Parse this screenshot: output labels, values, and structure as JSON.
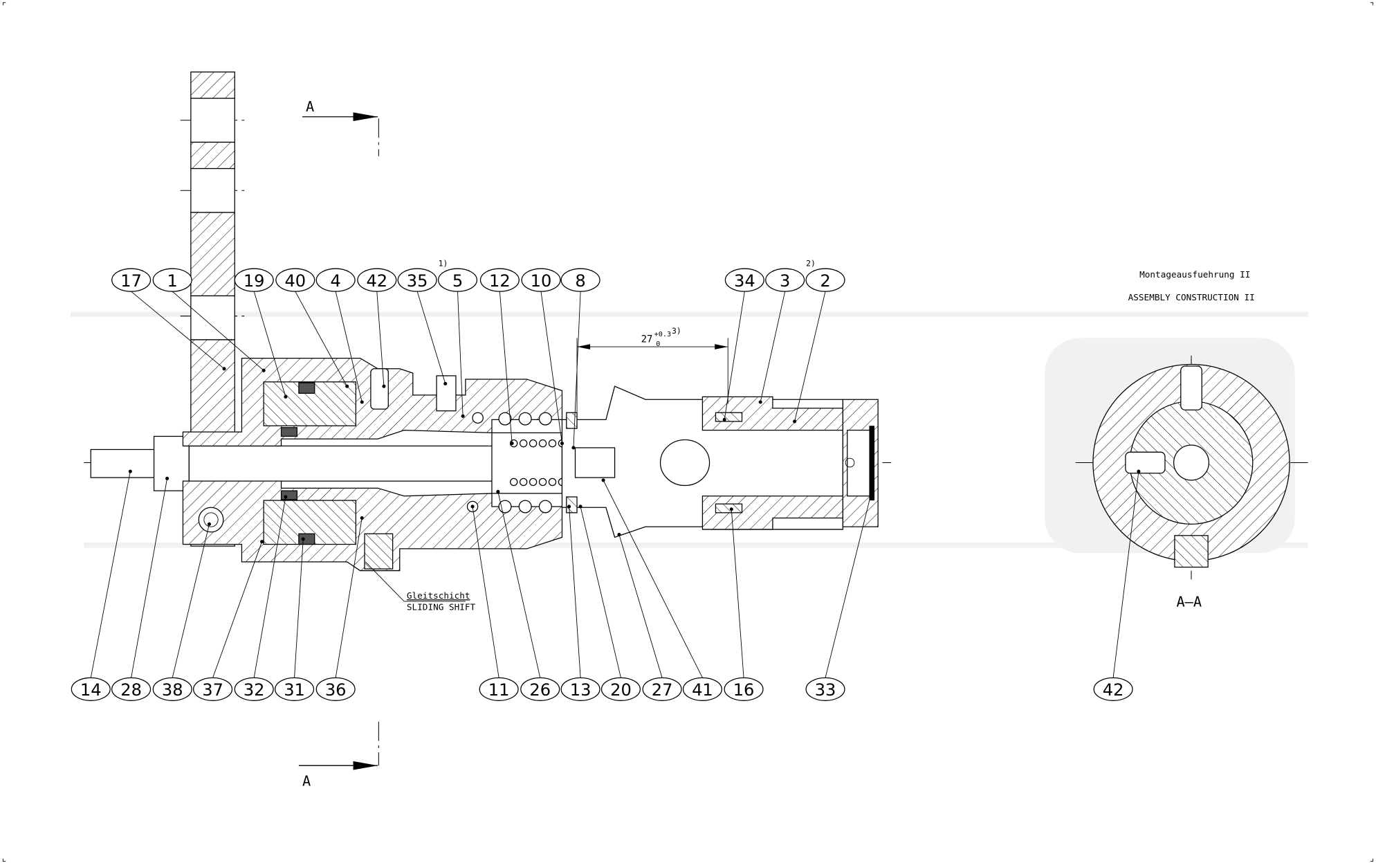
{
  "drawing": {
    "title_de": "Montageausfuehrung II",
    "title_en": "ASSEMBLY CONSTRUCTION II",
    "section_mark": "A",
    "section_label": "A–A",
    "note_de": "Gleitschicht",
    "note_en": "SLIDING SHIFT",
    "dimension": {
      "value": "27",
      "upper_tol": "+0.3",
      "lower_tol": "0",
      "note": "3)"
    }
  },
  "balloons_top": [
    {
      "label": "17"
    },
    {
      "label": "1"
    },
    {
      "label": "19"
    },
    {
      "label": "40"
    },
    {
      "label": "4"
    },
    {
      "label": "42"
    },
    {
      "label": "35",
      "note": "1)"
    },
    {
      "label": "5"
    },
    {
      "label": "12"
    },
    {
      "label": "10"
    },
    {
      "label": "8"
    },
    {
      "label": "34"
    },
    {
      "label": "3",
      "note": "2)"
    },
    {
      "label": "2"
    }
  ],
  "balloons_bottom": [
    {
      "label": "14"
    },
    {
      "label": "28"
    },
    {
      "label": "38"
    },
    {
      "label": "37"
    },
    {
      "label": "32"
    },
    {
      "label": "31"
    },
    {
      "label": "36"
    },
    {
      "label": "11"
    },
    {
      "label": "26"
    },
    {
      "label": "13"
    },
    {
      "label": "20"
    },
    {
      "label": "27"
    },
    {
      "label": "41"
    },
    {
      "label": "16"
    },
    {
      "label": "33"
    }
  ],
  "balloons_section": [
    {
      "label": "42"
    }
  ]
}
